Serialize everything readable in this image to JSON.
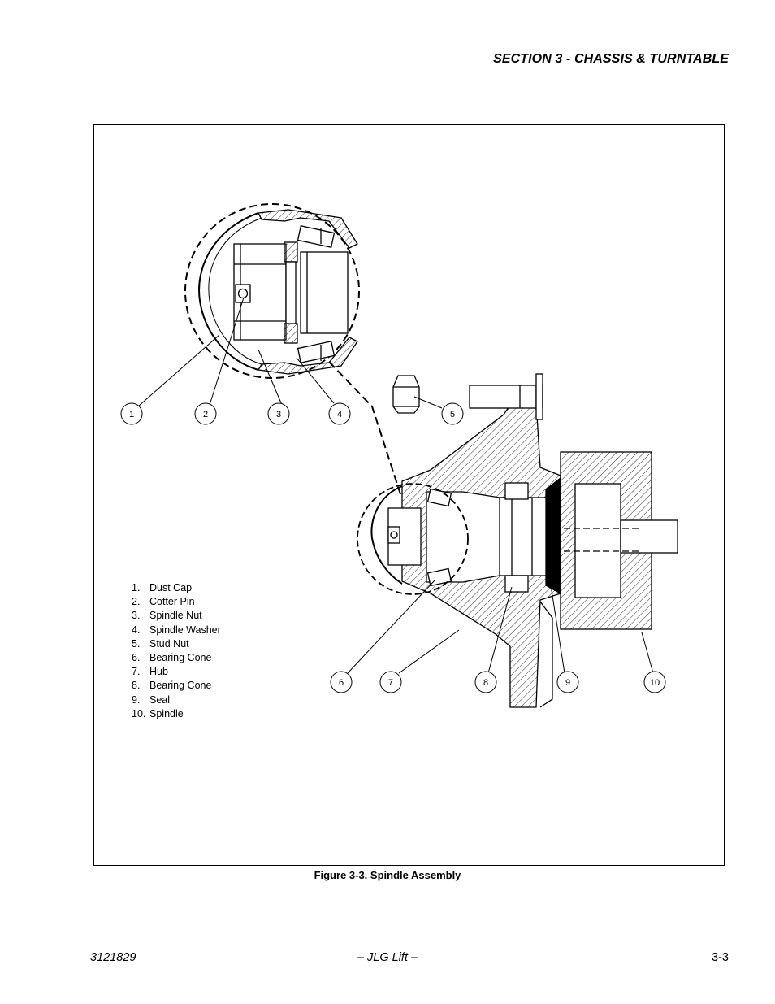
{
  "header": {
    "section_title": "SECTION 3 - CHASSIS & TURNTABLE"
  },
  "figure": {
    "caption": "Figure 3-3.  Spindle Assembly",
    "callouts": [
      "1",
      "2",
      "3",
      "4",
      "5",
      "6",
      "7",
      "8",
      "9",
      "10"
    ],
    "legend": [
      {
        "num": "1.",
        "label": "Dust Cap"
      },
      {
        "num": "2.",
        "label": "Cotter Pin"
      },
      {
        "num": "3.",
        "label": "Spindle Nut"
      },
      {
        "num": "4.",
        "label": "Spindle Washer"
      },
      {
        "num": "5.",
        "label": "Stud Nut"
      },
      {
        "num": "6.",
        "label": "Bearing Cone"
      },
      {
        "num": "7.",
        "label": "Hub"
      },
      {
        "num": "8.",
        "label": "Bearing Cone"
      },
      {
        "num": "9.",
        "label": "Seal"
      },
      {
        "num": "10.",
        "label": "Spindle"
      }
    ]
  },
  "footer": {
    "doc_number": "3121829",
    "publisher": "– JLG Lift –",
    "page_number": "3-3"
  }
}
